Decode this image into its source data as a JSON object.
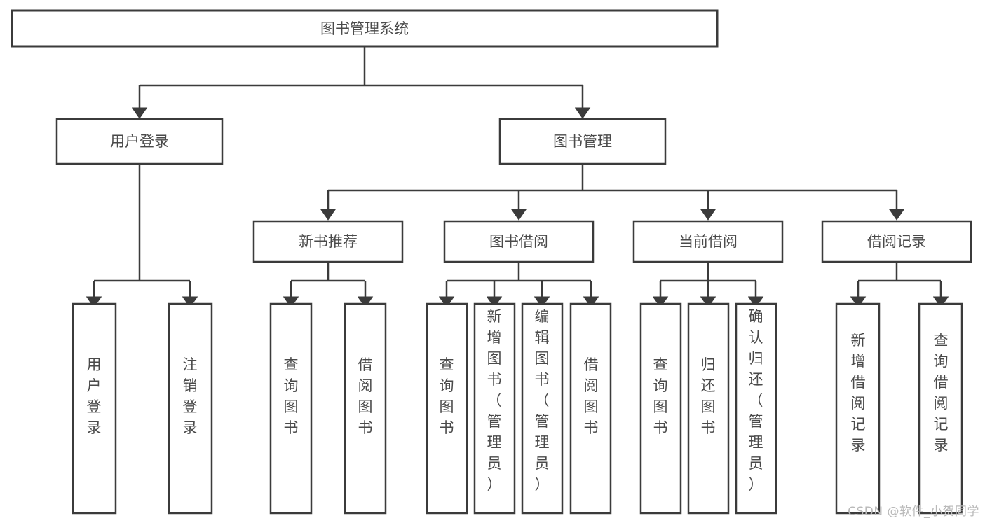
{
  "diagram": {
    "title": "图书管理系统",
    "type": "tree",
    "watermark": "CSDN @软件_小贺同学",
    "colors": {
      "stroke": "#3b3b3b",
      "box_fill": "#ffffff",
      "text": "#4a4a4a",
      "background": "#ffffff",
      "watermark": "#b9b9b9"
    },
    "levels": {
      "root": {
        "label": "图书管理系统"
      },
      "level2": [
        {
          "id": "user-login",
          "label": "用户登录"
        },
        {
          "id": "book-management",
          "label": "图书管理"
        }
      ],
      "level3": [
        {
          "id": "new-book-recommend",
          "label": "新书推荐",
          "parent": "book-management"
        },
        {
          "id": "book-borrow",
          "label": "图书借阅",
          "parent": "book-management"
        },
        {
          "id": "current-borrow",
          "label": "当前借阅",
          "parent": "book-management"
        },
        {
          "id": "borrow-record",
          "label": "借阅记录",
          "parent": "book-management"
        }
      ],
      "leaves": [
        {
          "id": "leaf-user-login",
          "label": "用户登录",
          "parent": "user-login"
        },
        {
          "id": "leaf-logout",
          "label": "注销登录",
          "parent": "user-login"
        },
        {
          "id": "leaf-query-book-1",
          "label": "查询图书",
          "parent": "new-book-recommend"
        },
        {
          "id": "leaf-borrow-book-1",
          "label": "借阅图书",
          "parent": "new-book-recommend"
        },
        {
          "id": "leaf-query-book-2",
          "label": "查询图书",
          "parent": "book-borrow"
        },
        {
          "id": "leaf-add-book",
          "label": "新增图书（管理员）",
          "parent": "book-borrow"
        },
        {
          "id": "leaf-edit-book",
          "label": "编辑图书（管理员）",
          "parent": "book-borrow"
        },
        {
          "id": "leaf-borrow-book-2",
          "label": "借阅图书",
          "parent": "book-borrow"
        },
        {
          "id": "leaf-query-book-3",
          "label": "查询图书",
          "parent": "current-borrow"
        },
        {
          "id": "leaf-return-book",
          "label": "归还图书",
          "parent": "current-borrow"
        },
        {
          "id": "leaf-confirm-return",
          "label": "确认归还（管理员）",
          "parent": "current-borrow"
        },
        {
          "id": "leaf-add-record",
          "label": "新增借阅记录",
          "parent": "borrow-record"
        },
        {
          "id": "leaf-query-record",
          "label": "查询借阅记录",
          "parent": "borrow-record"
        }
      ]
    }
  }
}
